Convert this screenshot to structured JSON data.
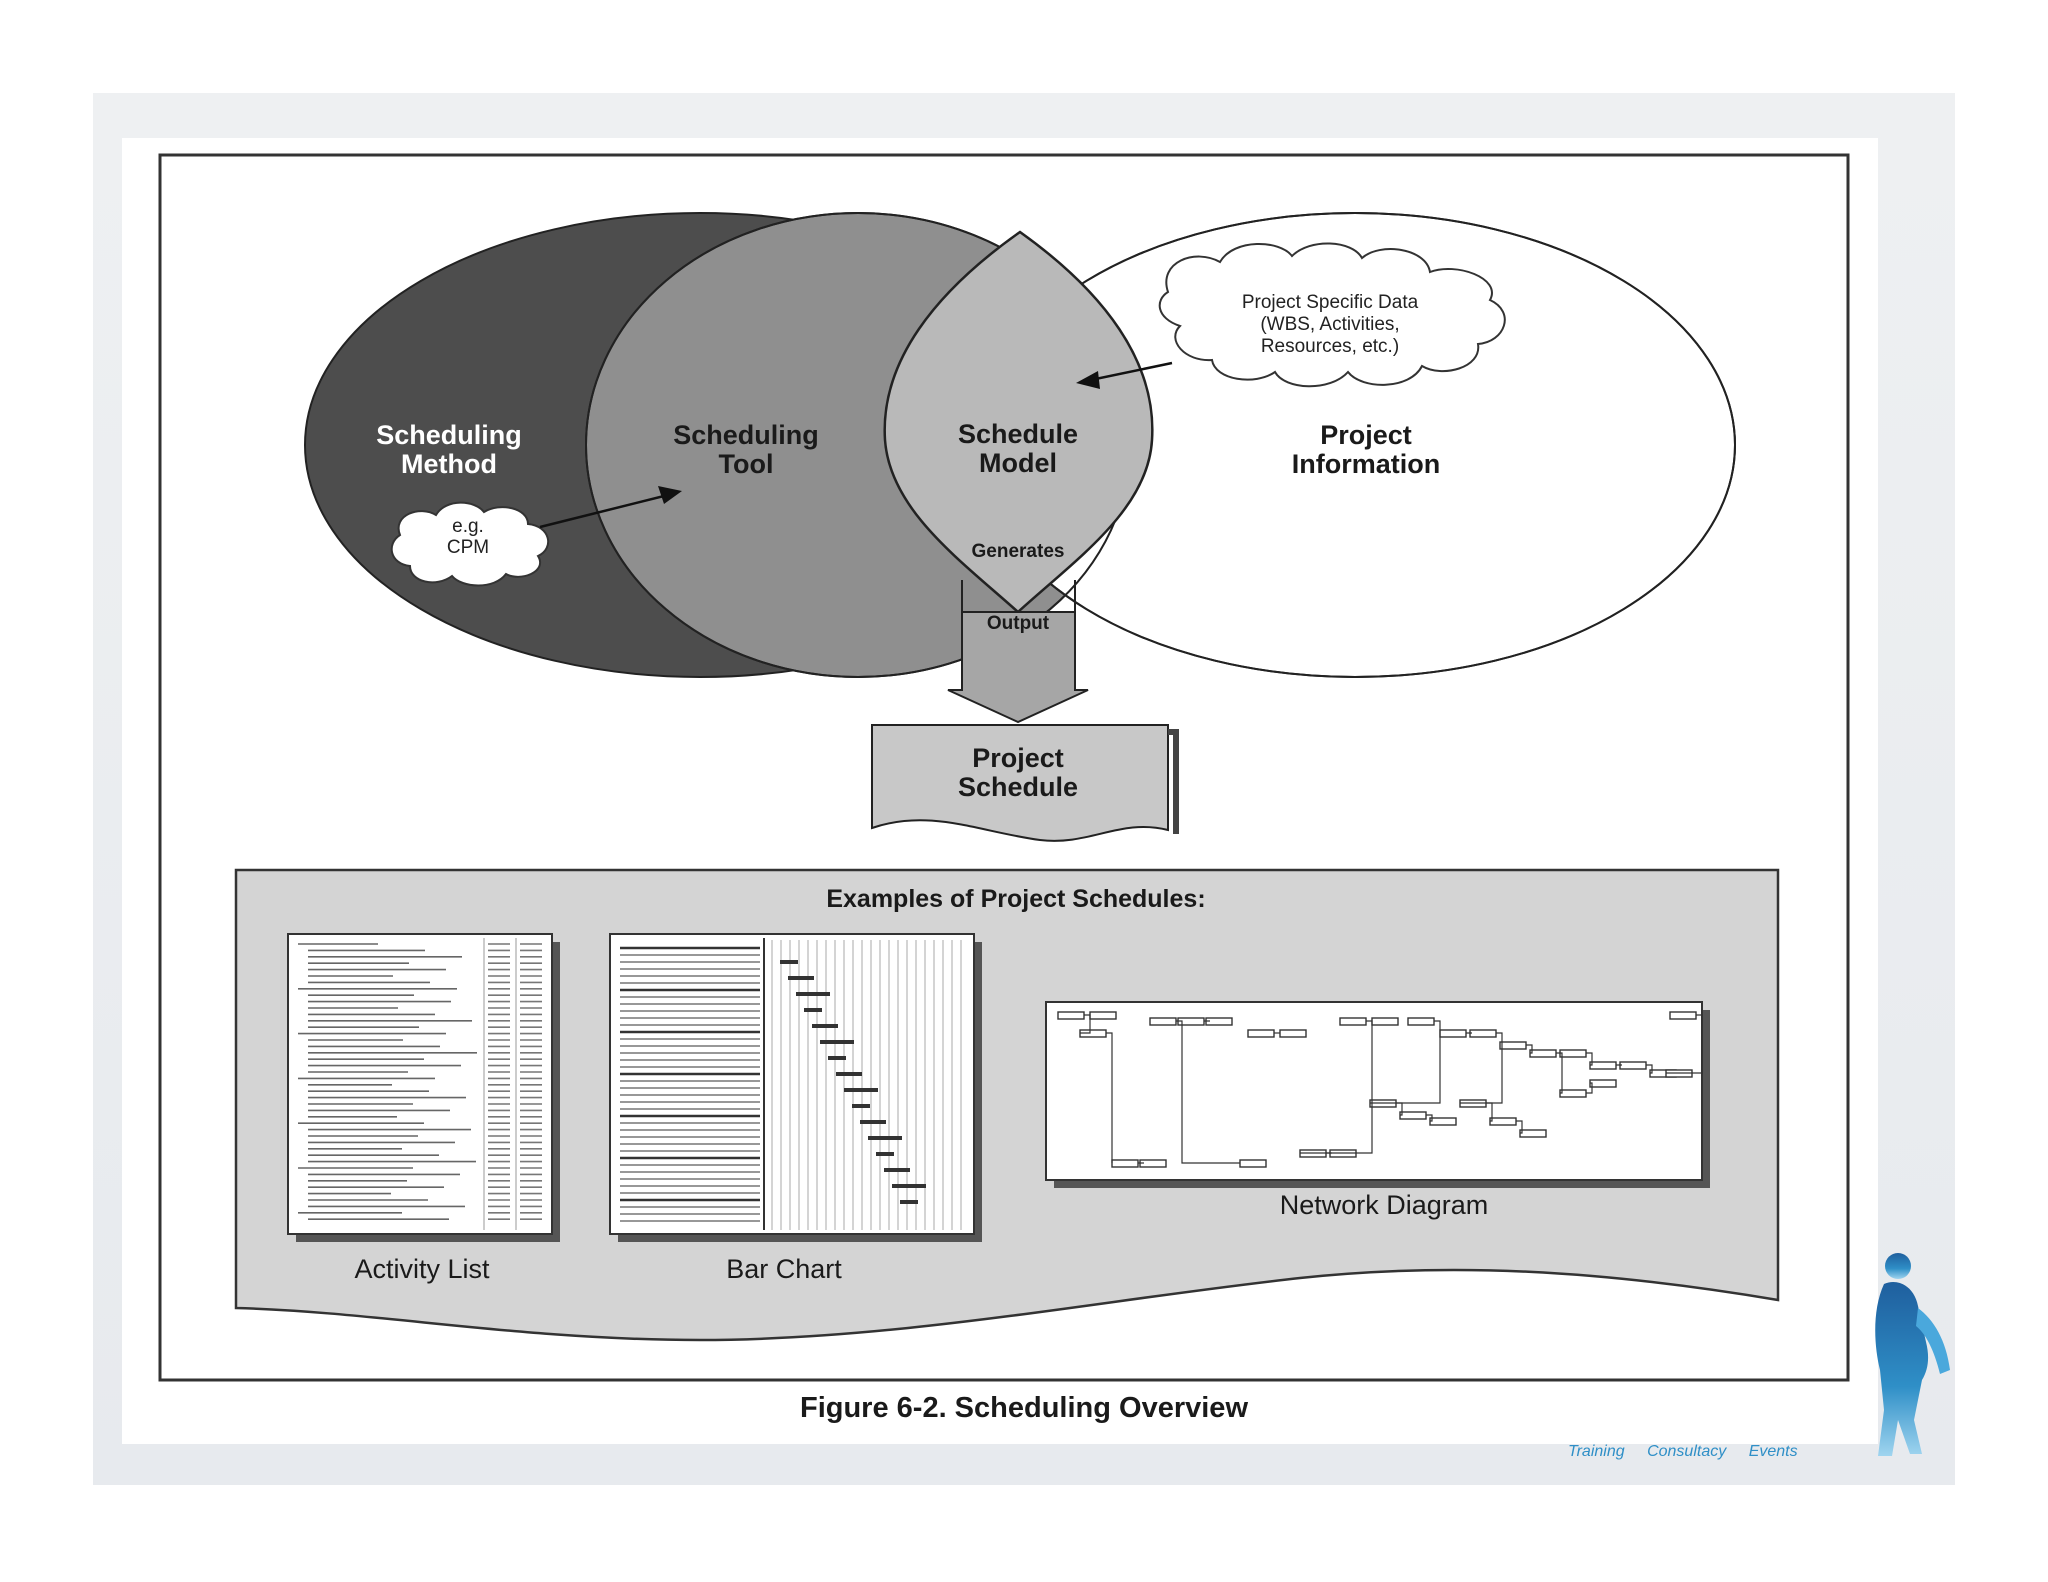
{
  "venn": {
    "method": [
      "Scheduling",
      "Method"
    ],
    "method_example": [
      "e.g.",
      "CPM"
    ],
    "tool": [
      "Scheduling",
      "Tool"
    ],
    "model": [
      "Schedule",
      "Model"
    ],
    "generates": "Generates",
    "output": "Output",
    "project_information": [
      "Project",
      "Information"
    ],
    "project_data": [
      "Project Specific Data",
      "(WBS, Activities,",
      "Resources, etc.)"
    ]
  },
  "schedule_doc": [
    "Project",
    "Schedule"
  ],
  "examples": {
    "title": "Examples of Project Schedules:",
    "activity_list": "Activity List",
    "bar_chart": "Bar Chart",
    "network_diagram": "Network Diagram"
  },
  "caption": "Figure 6-2. Scheduling Overview",
  "footer": {
    "items": [
      "Training",
      "Consultacy",
      "Events"
    ],
    "accent": "#2f8fc7"
  },
  "colors": {
    "method_fill": "#4d4d4d",
    "tool_fill": "#8f8f8f",
    "model_fill": "#b9b9b9",
    "examples_fill": "#d4d4d4"
  }
}
